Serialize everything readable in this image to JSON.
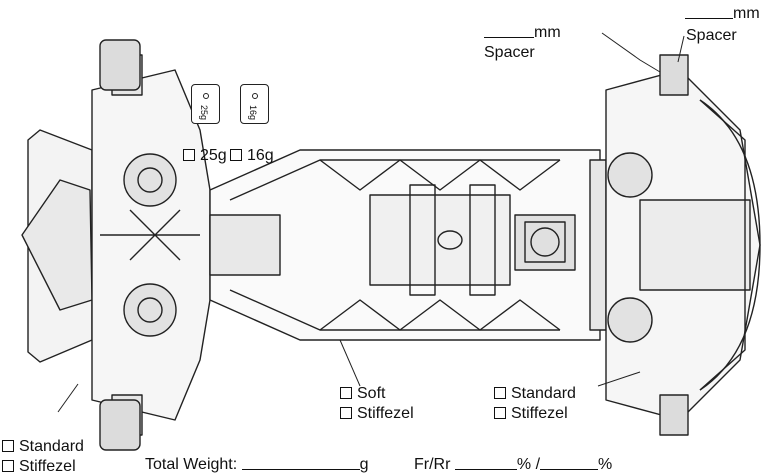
{
  "weights": {
    "box_a": "25g",
    "box_b": "16g",
    "option_a": "25g",
    "option_b": "16g"
  },
  "rear_spacer": {
    "left": {
      "unit": "mm",
      "label": "Spacer"
    },
    "right": {
      "unit": "mm",
      "label": "Spacer"
    }
  },
  "chassis_flex": {
    "option_1": "Soft",
    "option_2": "Stiffezel"
  },
  "rear_arm": {
    "option_1": "Standard",
    "option_2": "Stiffezel"
  },
  "front_arm": {
    "option_1": "Standard",
    "option_2": "Stiffezel"
  },
  "footer": {
    "total_weight_label": "Total Weight:",
    "weight_unit": "g",
    "ratio_label": "Fr/Rr",
    "percent_1": "% /",
    "percent_2": "%"
  }
}
